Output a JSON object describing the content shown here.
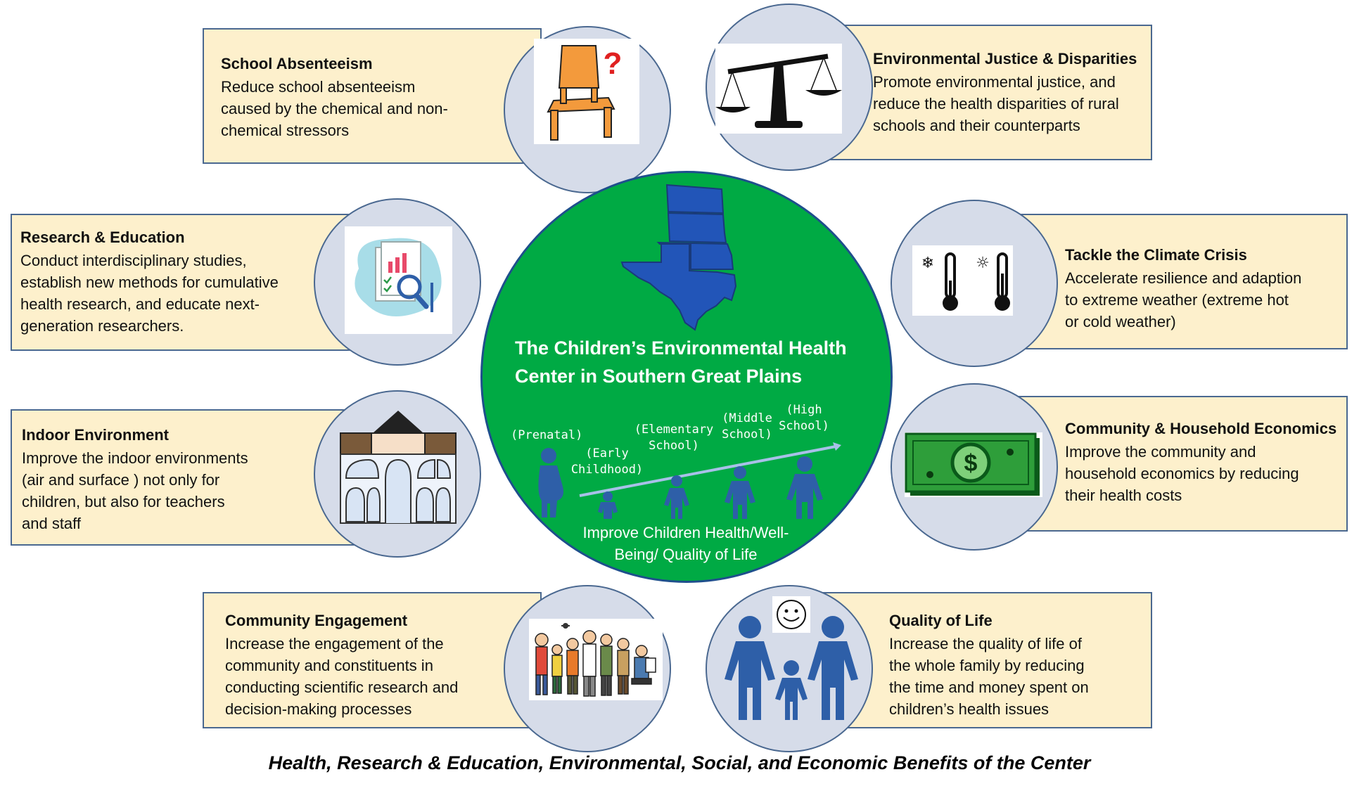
{
  "center": {
    "title_line1": "The Children’s Environmental Health",
    "title_line2": "Center in Southern Great Plains",
    "stages": [
      {
        "line1": "(Prenatal)",
        "line2": ""
      },
      {
        "line1": "(Early",
        "line2": "Childhood)"
      },
      {
        "line1": "(Elementary",
        "line2": "School)"
      },
      {
        "line1": "(Middle",
        "line2": "School)"
      },
      {
        "line1": "(High",
        "line2": "School)"
      }
    ],
    "improve_line1": "Improve Children Health/Well-",
    "improve_line2": "Being/ Quality of Life"
  },
  "benefits": [
    {
      "title": "School Absenteeism",
      "lines": [
        "Reduce school absenteeism",
        "caused by the chemical and non-",
        "chemical stressors"
      ],
      "icon": "chair-question-icon"
    },
    {
      "title": "Environmental Justice & Disparities",
      "lines": [
        "Promote environmental justice, and",
        "reduce the health disparities of rural",
        "schools and their counterparts"
      ],
      "icon": "scales-icon"
    },
    {
      "title": "Research & Education",
      "lines": [
        "Conduct interdisciplinary studies,",
        "establish new methods for cumulative",
        "health research, and educate next-",
        "generation researchers."
      ],
      "icon": "research-document-icon"
    },
    {
      "title": "Tackle the Climate Crisis",
      "lines": [
        "Accelerate resilience and adaption",
        "to extreme weather (extreme hot",
        "or cold weather)"
      ],
      "icon": "thermometers-icon"
    },
    {
      "title": "Indoor Environment",
      "lines": [
        "Improve the indoor environments",
        "(air and surface ) not only for",
        "children, but also for teachers",
        "and staff"
      ],
      "icon": "school-building-icon"
    },
    {
      "title": "Community & Household Economics",
      "lines": [
        "Improve the community and",
        "household economics by reducing",
        "their health costs"
      ],
      "icon": "dollar-bill-icon"
    },
    {
      "title": "Community Engagement",
      "lines": [
        "Increase the engagement of the",
        "community and constituents in",
        "conducting scientific research and",
        "decision-making processes"
      ],
      "icon": "community-people-icon"
    },
    {
      "title": "Quality of Life",
      "lines": [
        "Increase the quality of life of",
        "the whole family by reducing",
        "the time and money spent on",
        "children’s health issues"
      ],
      "icon": "family-smiley-icon"
    }
  ],
  "caption": "Health, Research & Education, Environmental, Social, and Economic Benefits of the Center",
  "colors": {
    "box_fill": "#fdf0cc",
    "box_border": "#4a6890",
    "circle_fill": "#d6dce9",
    "center_green": "#00aa44",
    "icon_blue": "#2e5fa8"
  }
}
